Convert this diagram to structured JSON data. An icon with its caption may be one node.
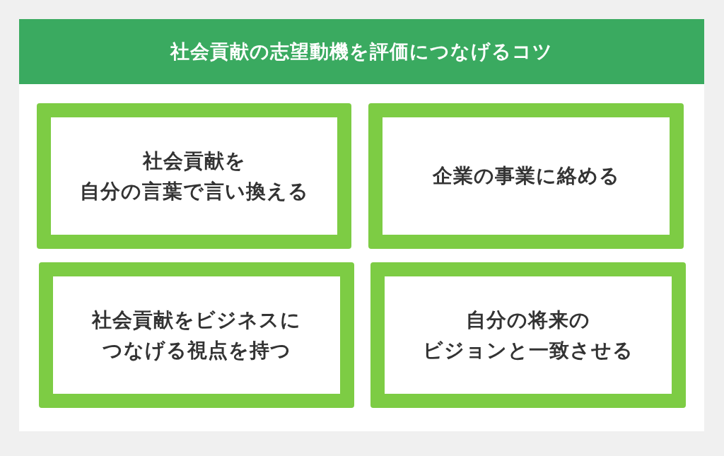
{
  "diagram": {
    "title": "社会貢献の志望動機を評価につなげるコツ",
    "nodes": [
      {
        "text": [
          "社会貢献を自分の言葉で言い換える"
        ]
      },
      {
        "text": [
          "企業の事業に絡める"
        ]
      },
      {
        "text": [
          "社会貢献をビジネスにつなげる視点を持つ"
        ]
      },
      {
        "text": [
          "自分の将来のビジョンと一致させる"
        ]
      }
    ]
  }
}
